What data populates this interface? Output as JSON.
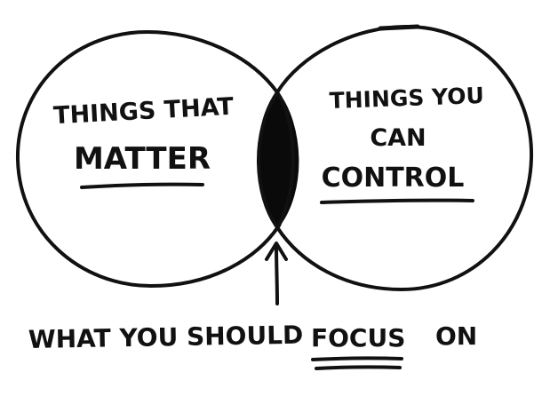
{
  "diagram": {
    "left_circle_text": {
      "line1": "THINGS THAT",
      "line2": "MATTER"
    },
    "right_circle_text": {
      "line1": "THINGS YOU",
      "line2": "CAN",
      "line3": "CONTROL"
    },
    "bottom_label": {
      "prefix": "WHAT YOU SHOULD",
      "focus_word": "FOCUS",
      "suffix": "ON"
    }
  }
}
